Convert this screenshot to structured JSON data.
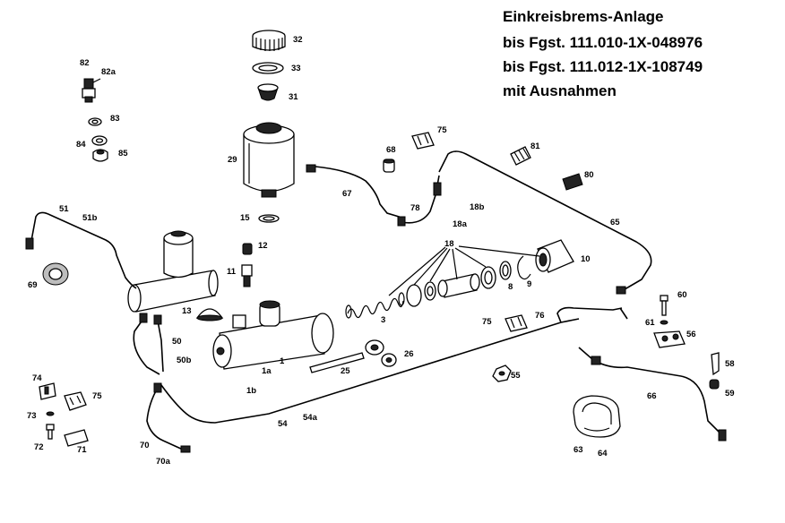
{
  "title": {
    "line1": "Einkreisbrems-Anlage",
    "line2": "bis Fgst. 111.010-1X-048976",
    "line3": "bis Fgst. 111.012-1X-108749",
    "line4": "mit Ausnahmen"
  },
  "labels": {
    "l82": "82",
    "l82a": "82a",
    "l83": "83",
    "l84": "84",
    "l85": "85",
    "l32": "32",
    "l33": "33",
    "l31": "31",
    "l29": "29",
    "l15": "15",
    "l12": "12",
    "l11": "11",
    "l13": "13",
    "l51": "51",
    "l51b": "51b",
    "l69": "69",
    "l50": "50",
    "l50b": "50b",
    "l1": "1",
    "l1a": "1a",
    "l1b": "1b",
    "l74": "74",
    "l75a": "75",
    "l73": "73",
    "l72": "72",
    "l71": "71",
    "l70": "70",
    "l70a": "70a",
    "l54": "54",
    "l54a": "54a",
    "l68": "68",
    "l67": "67",
    "l78": "78",
    "l75b": "75",
    "l18b": "18b",
    "l18a": "18a",
    "l18": "18",
    "l81": "81",
    "l80": "80",
    "l65": "65",
    "l10": "10",
    "l9": "9",
    "l8": "8",
    "l3": "3",
    "l25": "25",
    "l26": "26",
    "l55": "55",
    "l75c": "75",
    "l76": "76",
    "l60": "60",
    "l61": "61",
    "l56": "56",
    "l58": "58",
    "l59": "59",
    "l66": "66",
    "l63": "63",
    "l64": "64"
  }
}
